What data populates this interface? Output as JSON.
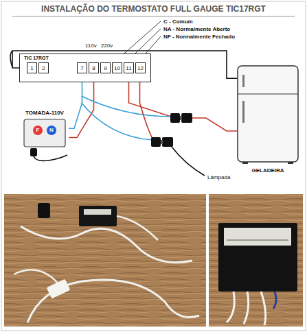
{
  "diagram": {
    "title": "INSTALAÇÃO DO TERMOSTATO FULL GAUGE TIC17RGT",
    "nodes": [
      {
        "text": [
          "TIC 17RGT"
        ]
      },
      {
        "text": [
          "1"
        ],
        "in": 0
      },
      {
        "text": [
          "2"
        ],
        "in": 0
      },
      {
        "text": [
          "7"
        ],
        "in": 0
      },
      {
        "text": [
          "8"
        ],
        "in": 0
      },
      {
        "text": [
          "9"
        ],
        "in": 0
      },
      {
        "text": [
          "10"
        ],
        "in": 0
      },
      {
        "text": [
          "11"
        ],
        "in": 0
      },
      {
        "text": [
          "12"
        ],
        "in": 0
      },
      {
        "text": [
          "TOMADA-110V"
        ]
      },
      {
        "text": [
          "GELADEIRA"
        ]
      }
    ],
    "edges": [
      {
        "from": 1,
        "to": 10,
        "arrow": "none"
      },
      {
        "from": 3,
        "to": 9,
        "arrow": "none"
      },
      {
        "from": 4,
        "to": 9,
        "arrow": "none"
      },
      {
        "from": 4,
        "to": 6,
        "arrow": "none"
      },
      {
        "from": 7,
        "to": 10,
        "arrow": "none"
      }
    ],
    "labels": [
      "110v",
      "220v",
      "C - Comum",
      "NA - Normalmente Aberto",
      "NF - Normalmente Fechado",
      "F",
      "N",
      "Lâmpada"
    ]
  }
}
